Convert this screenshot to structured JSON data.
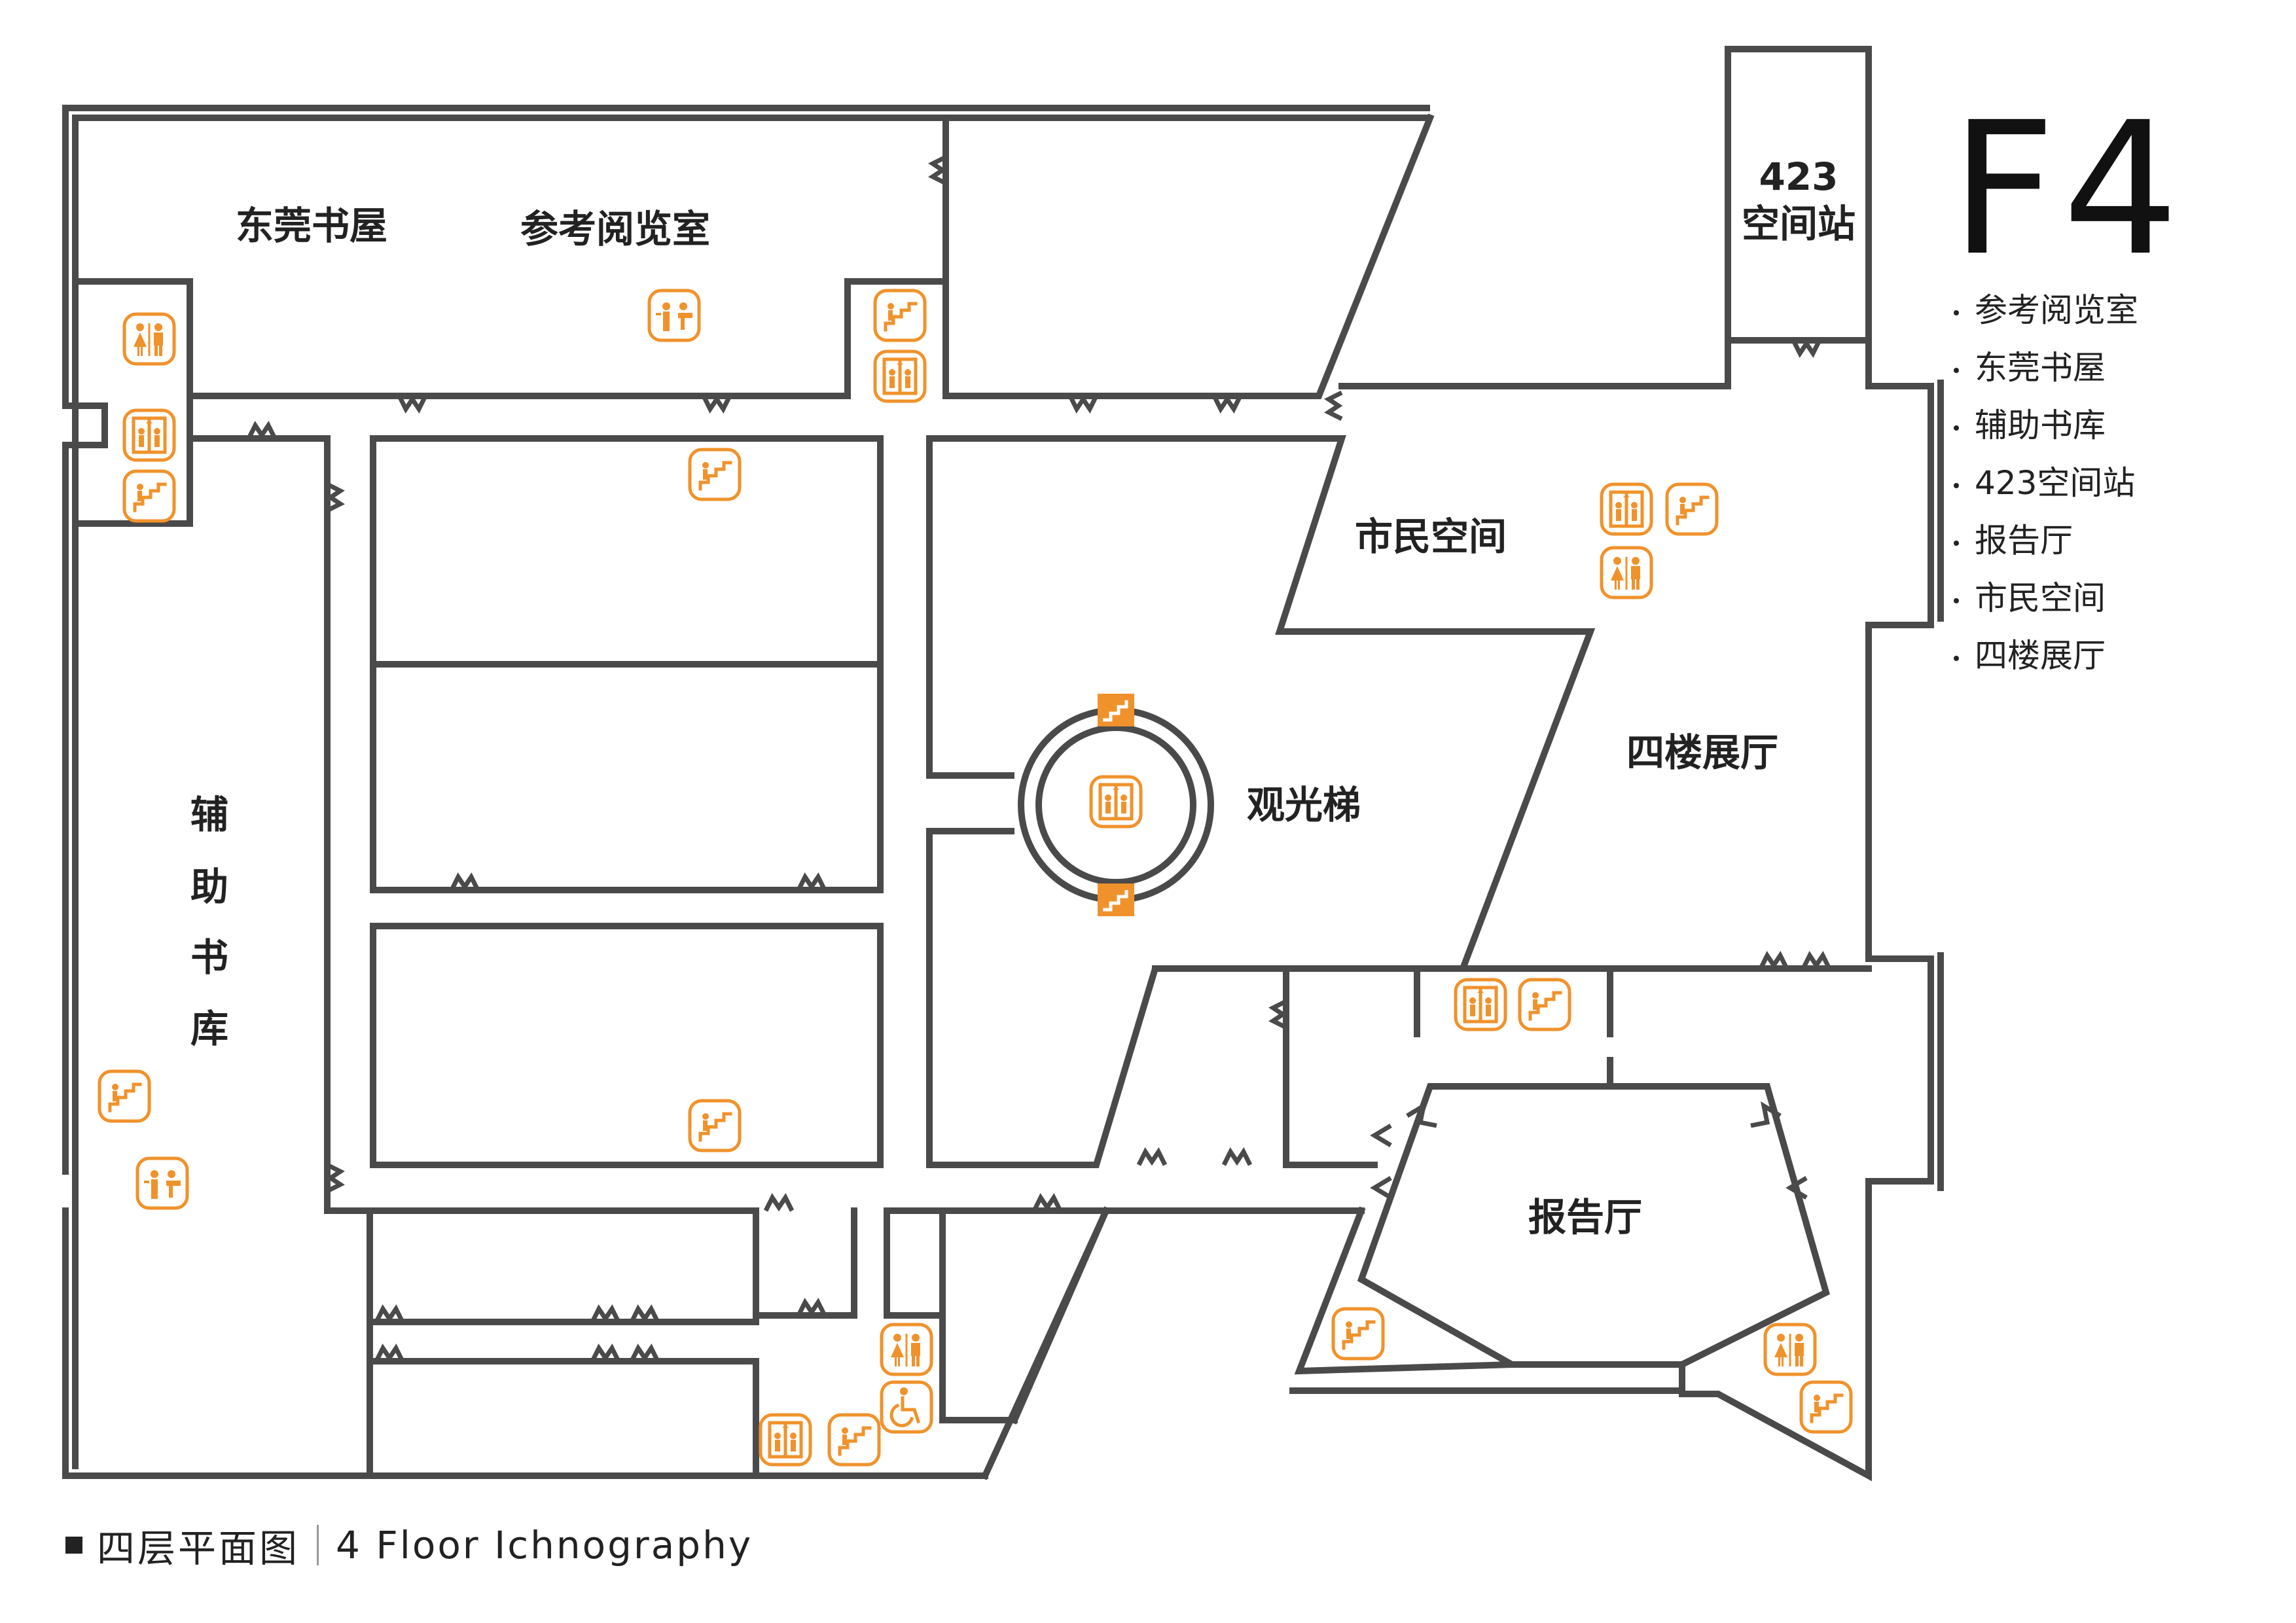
{
  "floor_title": "F4",
  "legend": [
    "参考阅览室",
    "东莞书屋",
    "辅助书库",
    "423空间站",
    "报告厅",
    "市民空间",
    "四楼展厅"
  ],
  "rooms": {
    "dongguan_bookstore": "东莞书屋",
    "reference_room": "参考阅览室",
    "space_station_line1": "423",
    "space_station_line2": "空间站",
    "citizen_space": "市民空间",
    "sightseeing_elevator": "观光梯",
    "fourth_floor_hall": "四楼展厅",
    "auxiliary_stack": [
      "辅",
      "助",
      "书",
      "库"
    ],
    "lecture_hall": "报告厅"
  },
  "footer": {
    "title_zh": "四层平面图",
    "title_en": "4 Floor Ichnography"
  },
  "colors": {
    "wall": "#4a4a4a",
    "icon_accent": "#f0922b",
    "text": "#222222"
  },
  "icon_types": [
    "restroom-icon",
    "elevator-icon",
    "stairs-icon",
    "service-desk-icon",
    "wheelchair-icon"
  ]
}
